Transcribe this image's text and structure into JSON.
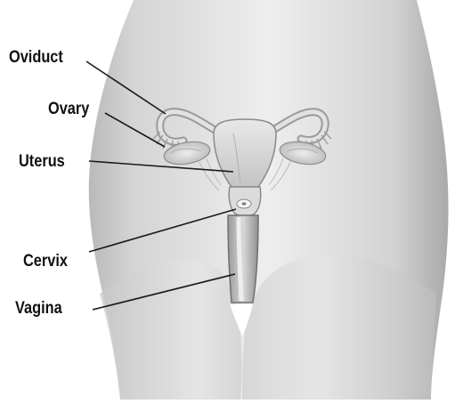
{
  "diagram": {
    "labels": {
      "oviduct": "Oviduct",
      "ovary": "Ovary",
      "uterus": "Uterus",
      "cervix": "Cervix",
      "vagina": "Vagina"
    }
  }
}
